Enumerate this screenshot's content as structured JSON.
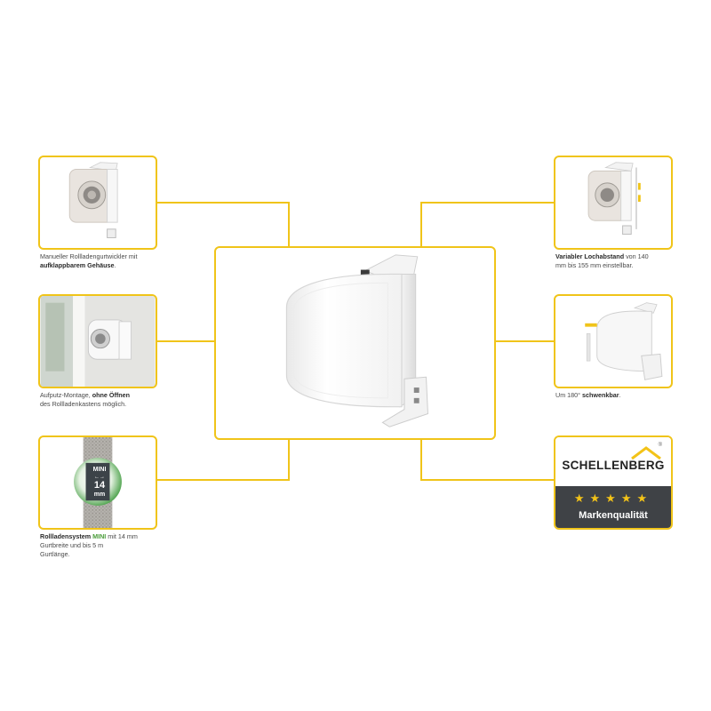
{
  "captions": {
    "top_left": {
      "line1_a": "Manueller Rollladengurtwickler mit",
      "line2_b": "aufklappbarem Gehäuse",
      "line2_c": "."
    },
    "mid_left": {
      "line1_a": "Aufputz-Montage, ",
      "line1_b": "ohne Öffnen",
      "line2": "des Rollladenkastens möglich."
    },
    "bot_left": {
      "line1_b": "Rollladensystem ",
      "line1_mini": "MINI",
      "line1_c": " mit 14 mm",
      "line2": "Gurtbreite und bis 5 m",
      "line3": "Gurtlänge."
    },
    "top_right": {
      "line1_b": "Variabler Lochabstand",
      "line1_c": " von 140",
      "line2": "mm bis 155 mm einstellbar."
    },
    "mid_right": {
      "line1_a": "Um 180° ",
      "line1_b": "schwenkbar",
      "line1_c": "."
    }
  },
  "mini_badge": {
    "label": "MINI",
    "number": "14",
    "unit": "mm"
  },
  "brand": {
    "name": "SCHELLENBERG",
    "registered": "®",
    "stars": "★★★★★",
    "quality": "Markenqualität"
  },
  "colors": {
    "accent_yellow": "#f0c419",
    "badge_green": "#3d9a3c",
    "brand_dark": "#3f4246",
    "star_gold": "#f3c318"
  }
}
